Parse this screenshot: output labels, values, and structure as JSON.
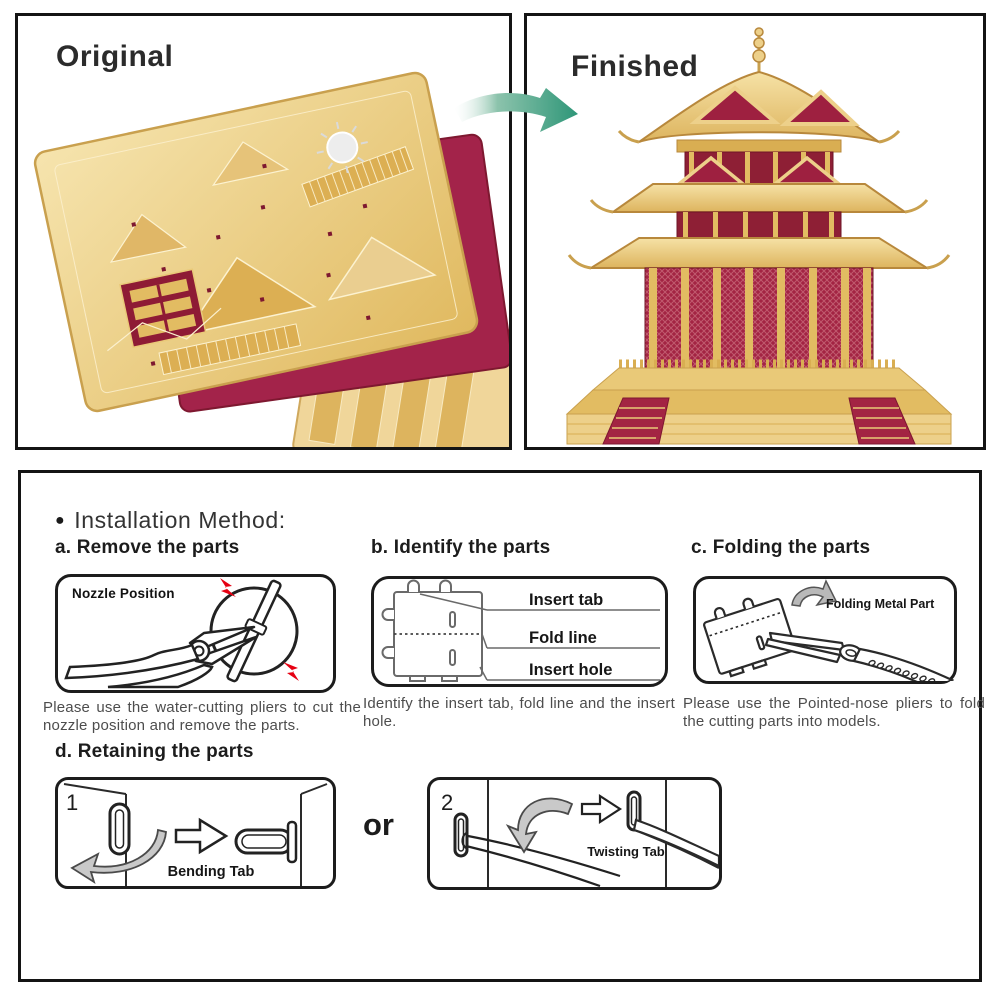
{
  "colors": {
    "accent_green": "#2E9678",
    "gold": "#E8C873",
    "dark_gold": "#D9AE52",
    "brand_red": "#9E2040",
    "alert_red": "#E60012",
    "ink": "#1C1C1C"
  },
  "panels": {
    "original": {
      "label": "Original"
    },
    "finished": {
      "label": "Finished"
    }
  },
  "instructions": {
    "bullet": "●",
    "title": "Installation Method:",
    "sections": {
      "a": {
        "heading": "a. Remove the parts",
        "diagram_label": "Nozzle Position",
        "caption": "Please use the water-cutting pliers to cut the nozzle position and remove the parts."
      },
      "b": {
        "heading": "b. Identify the parts",
        "labels": [
          "Insert tab",
          "Fold line",
          "Insert hole"
        ],
        "caption": "Identify the insert tab, fold line and the insert hole."
      },
      "c": {
        "heading": "c. Folding the parts",
        "diagram_label": "Folding Metal Part",
        "caption": "Please use the Pointed-nose pliers to fold the cutting parts into models."
      },
      "d": {
        "heading": "d. Retaining the parts",
        "or_label": "or",
        "step1": {
          "number": "1",
          "label": "Bending Tab"
        },
        "step2": {
          "number": "2",
          "label": "Twisting Tab"
        }
      }
    }
  }
}
